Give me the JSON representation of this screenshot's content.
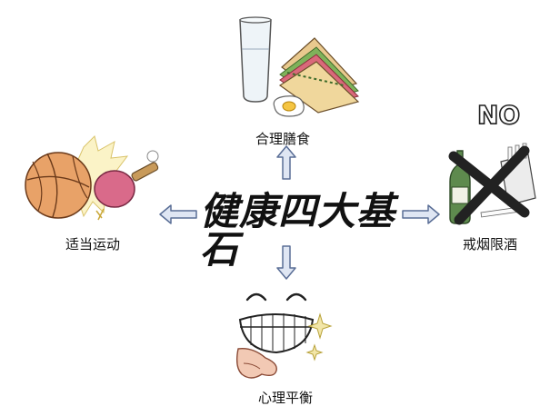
{
  "center": {
    "title": "健康四大基石"
  },
  "pillars": {
    "top": {
      "label": "合理膳食",
      "icon": "meal-icon"
    },
    "left": {
      "label": "适当运动",
      "icon": "sports-icon"
    },
    "right": {
      "label": "戒烟限酒",
      "icon": "no-smoking-drinking-icon"
    },
    "bottom": {
      "label": "心理平衡",
      "icon": "smiley-icon"
    }
  },
  "colors": {
    "arrow_fill": "#dfe6f3",
    "arrow_stroke": "#5a6e96",
    "text": "#111111",
    "no_mark": "#222222"
  }
}
